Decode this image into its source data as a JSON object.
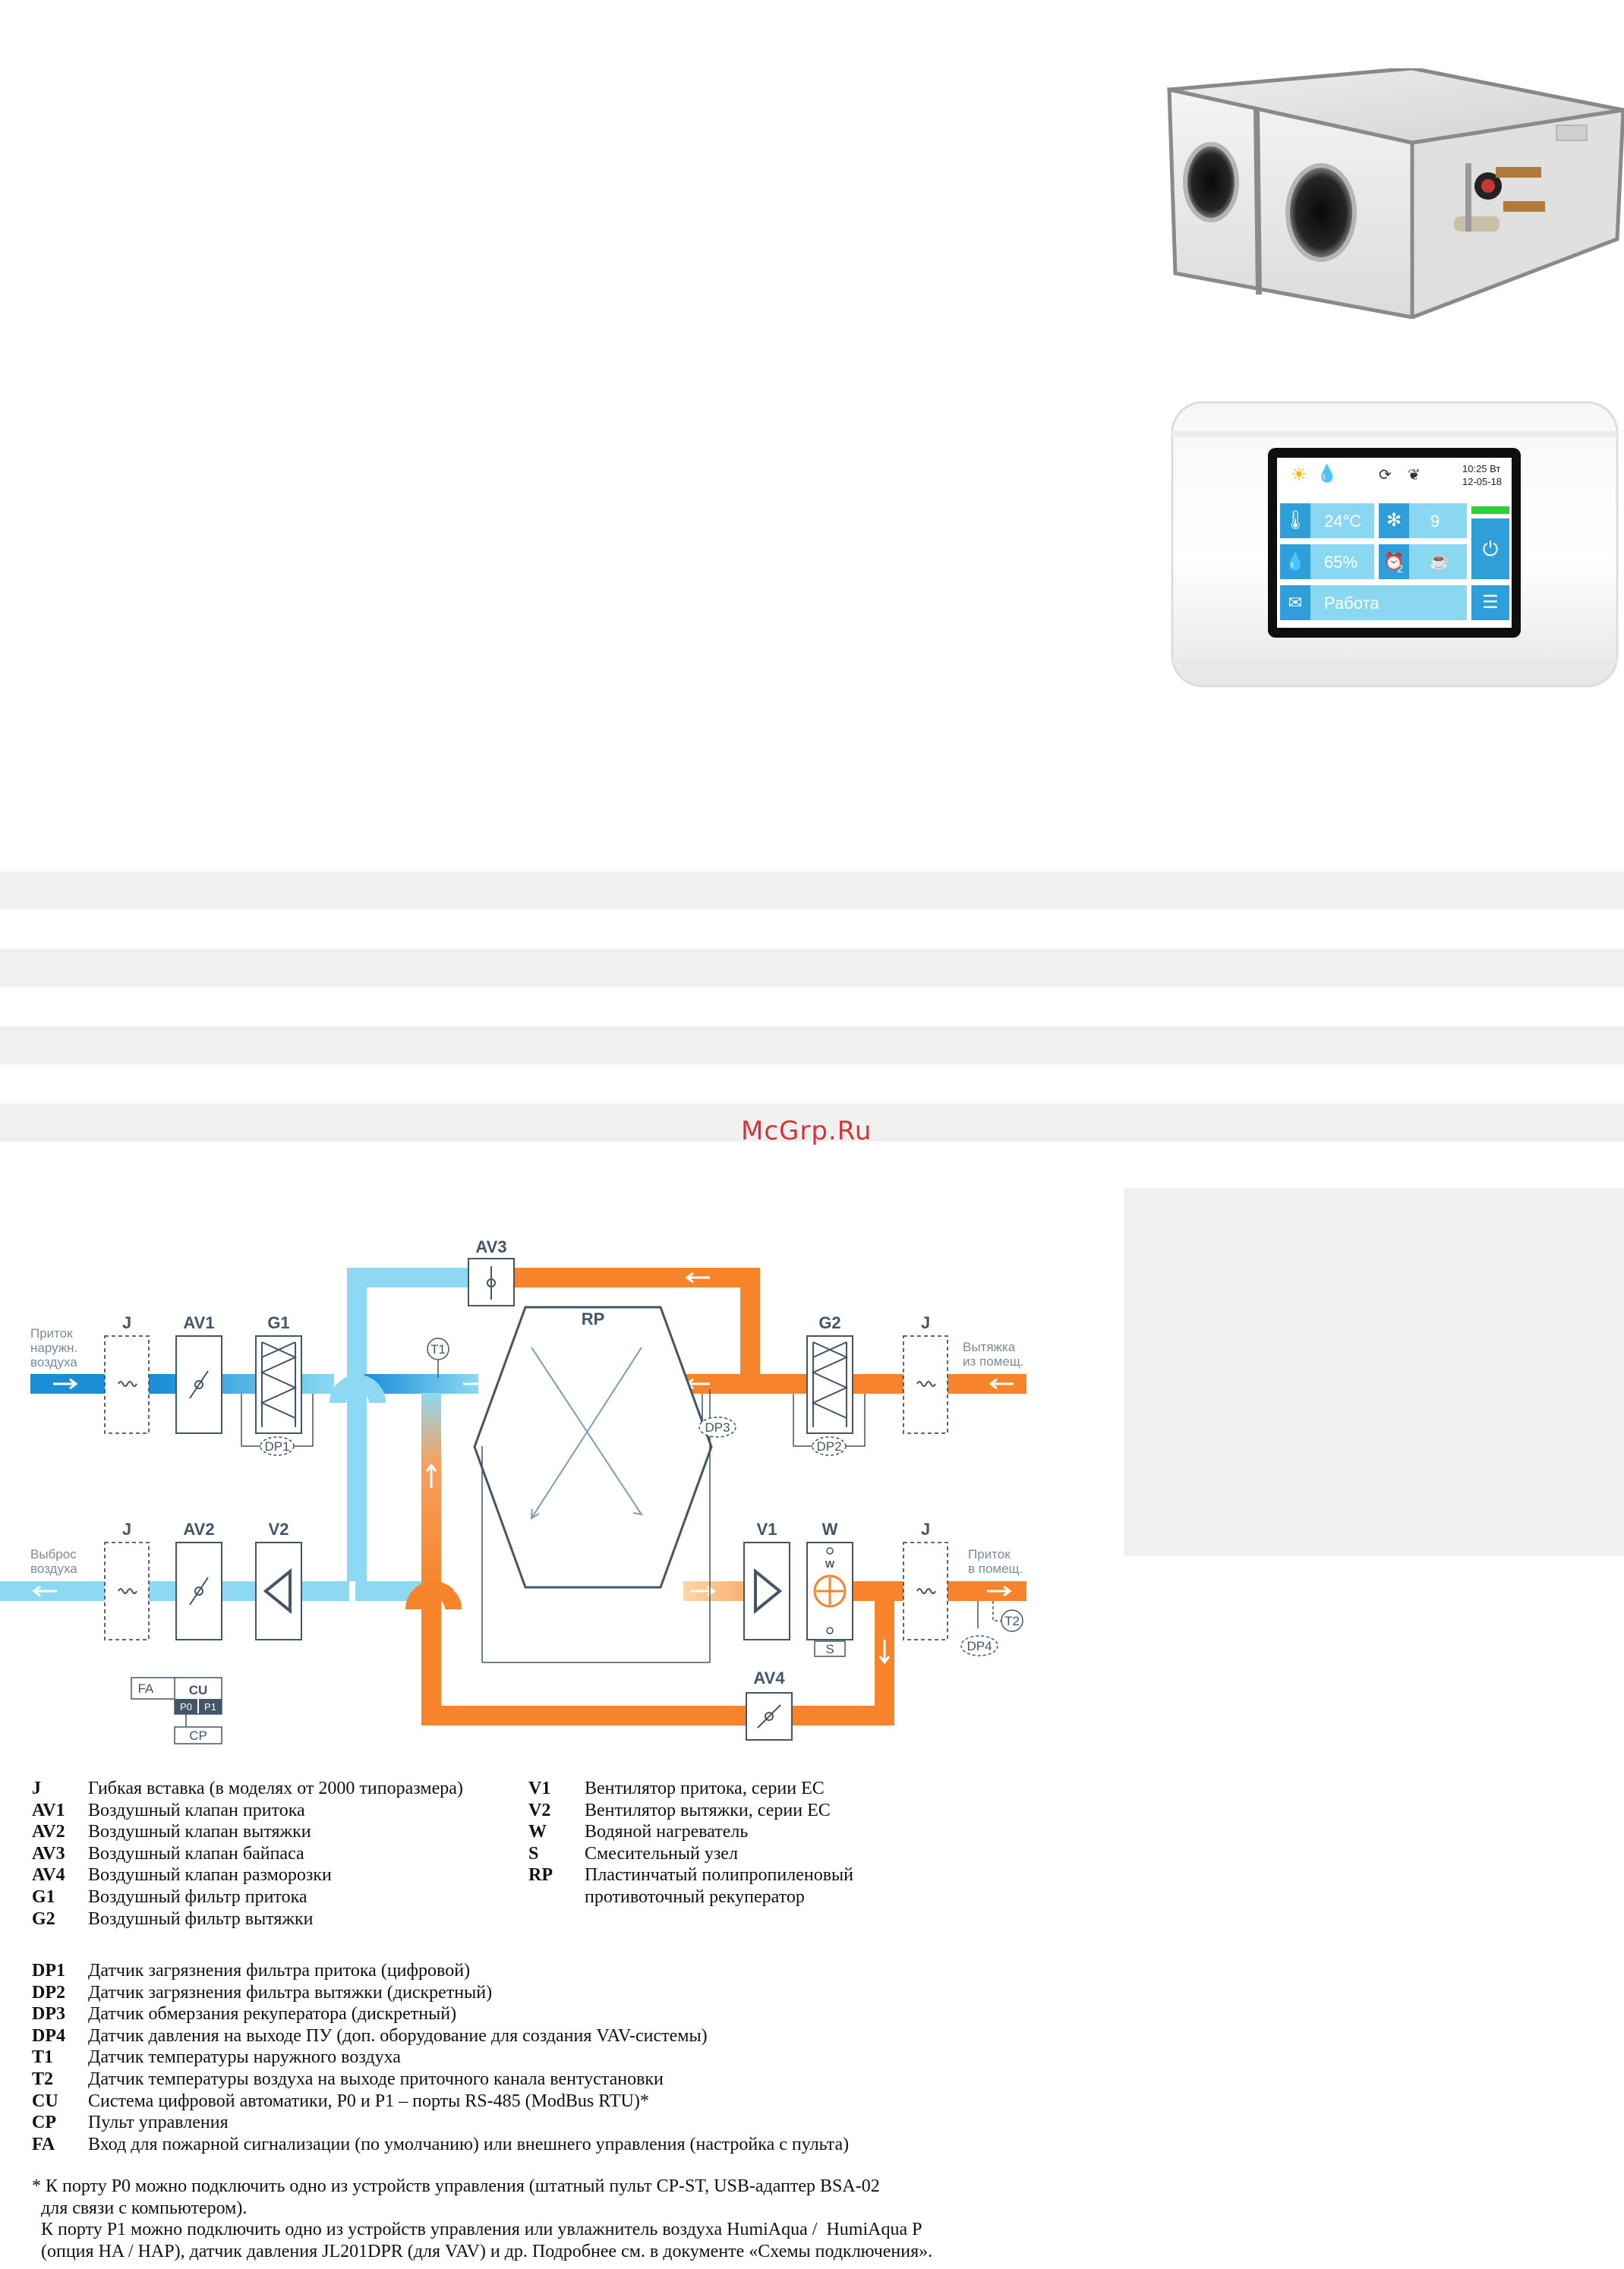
{
  "watermark": "McGrp.Ru",
  "controller": {
    "time": "10:25 Вт",
    "date": "12-05-18",
    "temperature": "24°C",
    "fan_speed": "9",
    "humidity": "65%",
    "alarm_count": "2",
    "status": "Работа",
    "colors": {
      "tile": "#8ad7f2",
      "dark_tile": "#2e9fd8",
      "bezel": "#0e0e0e",
      "indicator": "#2ed13a"
    }
  },
  "diagram": {
    "labels": {
      "j1": "J",
      "av1": "AV1",
      "g1": "G1",
      "av3": "AV3",
      "rp": "RP",
      "g2": "G2",
      "j2": "J",
      "t1": "T1",
      "dp1": "DP1",
      "dp2": "DP2",
      "dp3": "DP3",
      "j3": "J",
      "av2": "AV2",
      "v2": "V2",
      "v1": "V1",
      "w": "W",
      "w_small": "W",
      "j4": "J",
      "s": "S",
      "av4": "AV4",
      "dp4": "DP4",
      "t2": "T2",
      "fa": "FA",
      "cu": "CU",
      "p0": "P0",
      "p1": "P1",
      "cp": "CP"
    },
    "streams": {
      "intake_1": "Приток",
      "intake_2": "наружн.",
      "intake_3": "воздуха",
      "exhaust_in_1": "Вытяжка",
      "exhaust_in_2": "из помещ.",
      "outlet_1": "Выброс",
      "outlet_2": "воздуха",
      "supply_1": "Приток",
      "supply_2": "в помещ."
    },
    "colors": {
      "cold": "#8dd9f3",
      "cold_dark": "#1a8fd8",
      "hot": "#f7842a",
      "hot_light": "#fbb56a",
      "component": "#445566"
    }
  },
  "legend_left": [
    {
      "code": "J",
      "desc": "Гибкая вставка (в моделях от 2000 типоразмера)"
    },
    {
      "code": "AV1",
      "desc": "Воздушный клапан притока"
    },
    {
      "code": "AV2",
      "desc": "Воздушный клапан вытяжки"
    },
    {
      "code": "AV3",
      "desc": "Воздушный клапан байпаса"
    },
    {
      "code": "AV4",
      "desc": "Воздушный клапан разморозки"
    },
    {
      "code": "G1",
      "desc": "Воздушный фильтр притока"
    },
    {
      "code": "G2",
      "desc": "Воздушный фильтр вытяжки"
    }
  ],
  "legend_right": [
    {
      "code": "V1",
      "desc": "Вентилятор притока, серии EC"
    },
    {
      "code": "V2",
      "desc": "Вентилятор вытяжки, серии EC"
    },
    {
      "code": "W",
      "desc": "Водяной нагреватель"
    },
    {
      "code": "S",
      "desc": "Смесительный узел"
    },
    {
      "code": "RP",
      "desc": "Пластинчатый полипропиленовый"
    },
    {
      "code": "",
      "desc": "противоточный рекуператор"
    }
  ],
  "legend_sensors": [
    {
      "code": "DP1",
      "desc": "Датчик загрязнения фильтра притока (цифровой)"
    },
    {
      "code": "DP2",
      "desc": "Датчик загрязнения фильтра вытяжки (дискретный)"
    },
    {
      "code": "DP3",
      "desc": "Датчик обмерзания рекуператора (дискретный)"
    },
    {
      "code": "DP4",
      "desc": "Датчик давления на выходе ПУ (доп. оборудование для создания VAV-системы)"
    },
    {
      "code": "T1",
      "desc": "Датчик температуры наружного воздуха"
    },
    {
      "code": "T2",
      "desc": "Датчик температуры воздуха на выходе приточного канала вентустановки"
    },
    {
      "code": "CU",
      "desc": "Система цифровой автоматики, P0 и P1 – порты RS-485 (ModBus RTU)*"
    },
    {
      "code": "CP",
      "desc": "Пульт управления"
    },
    {
      "code": "FA",
      "desc": "Вход для пожарной сигнализации (по умолчанию) или внешнего управления (настройка с пульта)"
    }
  ],
  "footnote": [
    "* К порту P0 можно подключить одно из устройств управления (штатный пульт CP-ST, USB-адаптер BSA-02",
    "  для связи с компьютером).",
    "  К порту P1 можно подключить одно из устройств управления или увлажнитель воздуха HumiAqua /  HumiAqua P",
    "  (опция HA / HAP), датчик давления JL201DPR (для VAV) и др. Подробнее см. в документе «Схемы подключения»."
  ]
}
